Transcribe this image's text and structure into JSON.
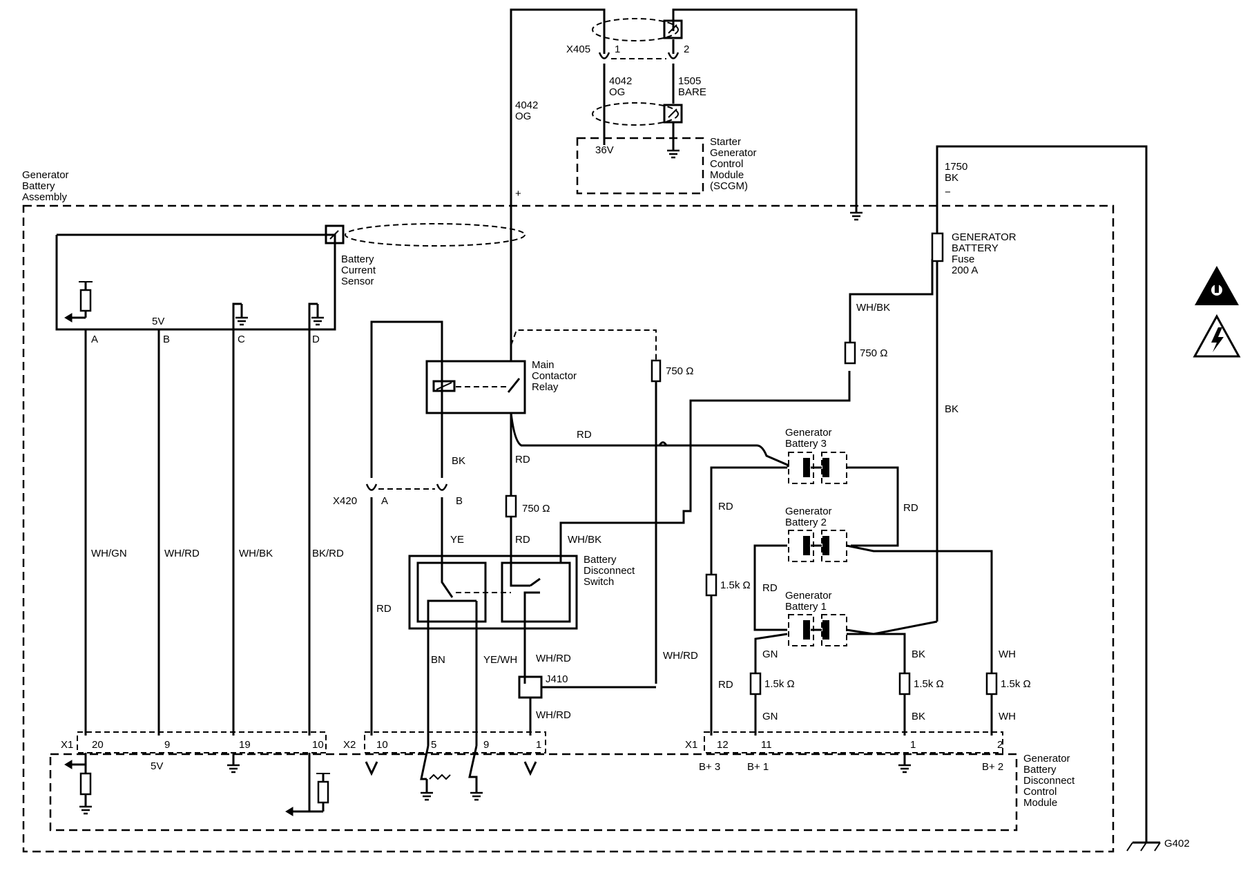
{
  "assemblies": {
    "generator_battery_assembly": [
      "Generator",
      "Battery",
      "Assembly"
    ],
    "scgm": [
      "Starter",
      "Generator",
      "Control",
      "Module",
      "(SCGM)"
    ],
    "disconnect_module": [
      "Generator",
      "Battery",
      "Disconnect",
      "Control",
      "Module"
    ]
  },
  "components": {
    "battery_current_sensor": [
      "Battery",
      "Current",
      "Sensor"
    ],
    "main_contactor_relay": [
      "Main",
      "Contactor",
      "Relay"
    ],
    "battery_disconnect_switch": [
      "Battery",
      "Disconnect",
      "Switch"
    ],
    "gen_battery_3": [
      "Generator",
      "Battery 3"
    ],
    "gen_battery_2": [
      "Generator",
      "Battery 2"
    ],
    "gen_battery_1": [
      "Generator",
      "Battery 1"
    ],
    "fuse": [
      "GENERATOR",
      "BATTERY",
      "Fuse",
      "200 A"
    ],
    "j410": "J410"
  },
  "connectors": {
    "x405": "X405",
    "x405_pin1": "1",
    "x405_pin2": "2",
    "x420": "X420",
    "x420_pin_a": "A",
    "x420_pin_b": "B",
    "x1_left": "X1",
    "x2": "X2",
    "x1_right": "X1"
  },
  "circuits": {
    "c4042_top": [
      "4042",
      "OG"
    ],
    "c1505": [
      "1505",
      "BARE"
    ],
    "c4042_main": [
      "4042",
      "OG"
    ],
    "c1750": [
      "1750",
      "BK"
    ],
    "scgm_voltage": "36V",
    "plus": "+",
    "minus": "−"
  },
  "sensor_pins": {
    "a": "A",
    "b": "B",
    "c": "C",
    "d": "D",
    "five_v": "5V"
  },
  "wire_colors": {
    "wh_gn": "WH/GN",
    "wh_rd_1": "WH/RD",
    "wh_bk_1": "WH/BK",
    "bk_rd": "BK/RD",
    "rd_x420": "RD",
    "bk_relay": "BK",
    "ye": "YE",
    "rd_relay_1": "RD",
    "rd_relay_2": "RD",
    "rd_top": "RD",
    "wh_bk_switch": "WH/BK",
    "bn": "BN",
    "ye_wh": "YE/WH",
    "wh_rd_switch": "WH/RD",
    "wh_rd_right": "WH/RD",
    "wh_rd_j410": "WH/RD",
    "wh_bk_right": "WH/BK",
    "bk_fuse": "BK",
    "rd_b3_upper": "RD",
    "rd_b3_lower": "RD",
    "rd_b3_to_b2": "RD",
    "rd_b2_to_b1": "RD",
    "gn_upper": "GN",
    "gn_lower": "GN",
    "bk_upper": "BK",
    "bk_lower": "BK",
    "wh_upper": "WH",
    "wh_lower": "WH"
  },
  "resistors": {
    "r750_top": "750 Ω",
    "r750_relay": "750 Ω",
    "r750_right": "750 Ω",
    "r1k5_rd": "1.5k Ω",
    "r1k5_gn": "1.5k Ω",
    "r1k5_bk": "1.5k Ω",
    "r1k5_wh": "1.5k Ω"
  },
  "module_pins": {
    "p20": "20",
    "p9_left": "9",
    "p19": "19",
    "p10_left": "10",
    "p10_x2": "10",
    "p5": "5",
    "p9_x2": "9",
    "p1_x2": "1",
    "p12": "12",
    "p11": "11",
    "p1_right": "1",
    "p2": "2",
    "five_v": "5V",
    "b3": "B+ 3",
    "b1": "B+ 1",
    "b2": "B+ 2"
  },
  "ground": {
    "g402": "G402"
  },
  "icons": [
    "warning-icon",
    "high-voltage-icon"
  ]
}
